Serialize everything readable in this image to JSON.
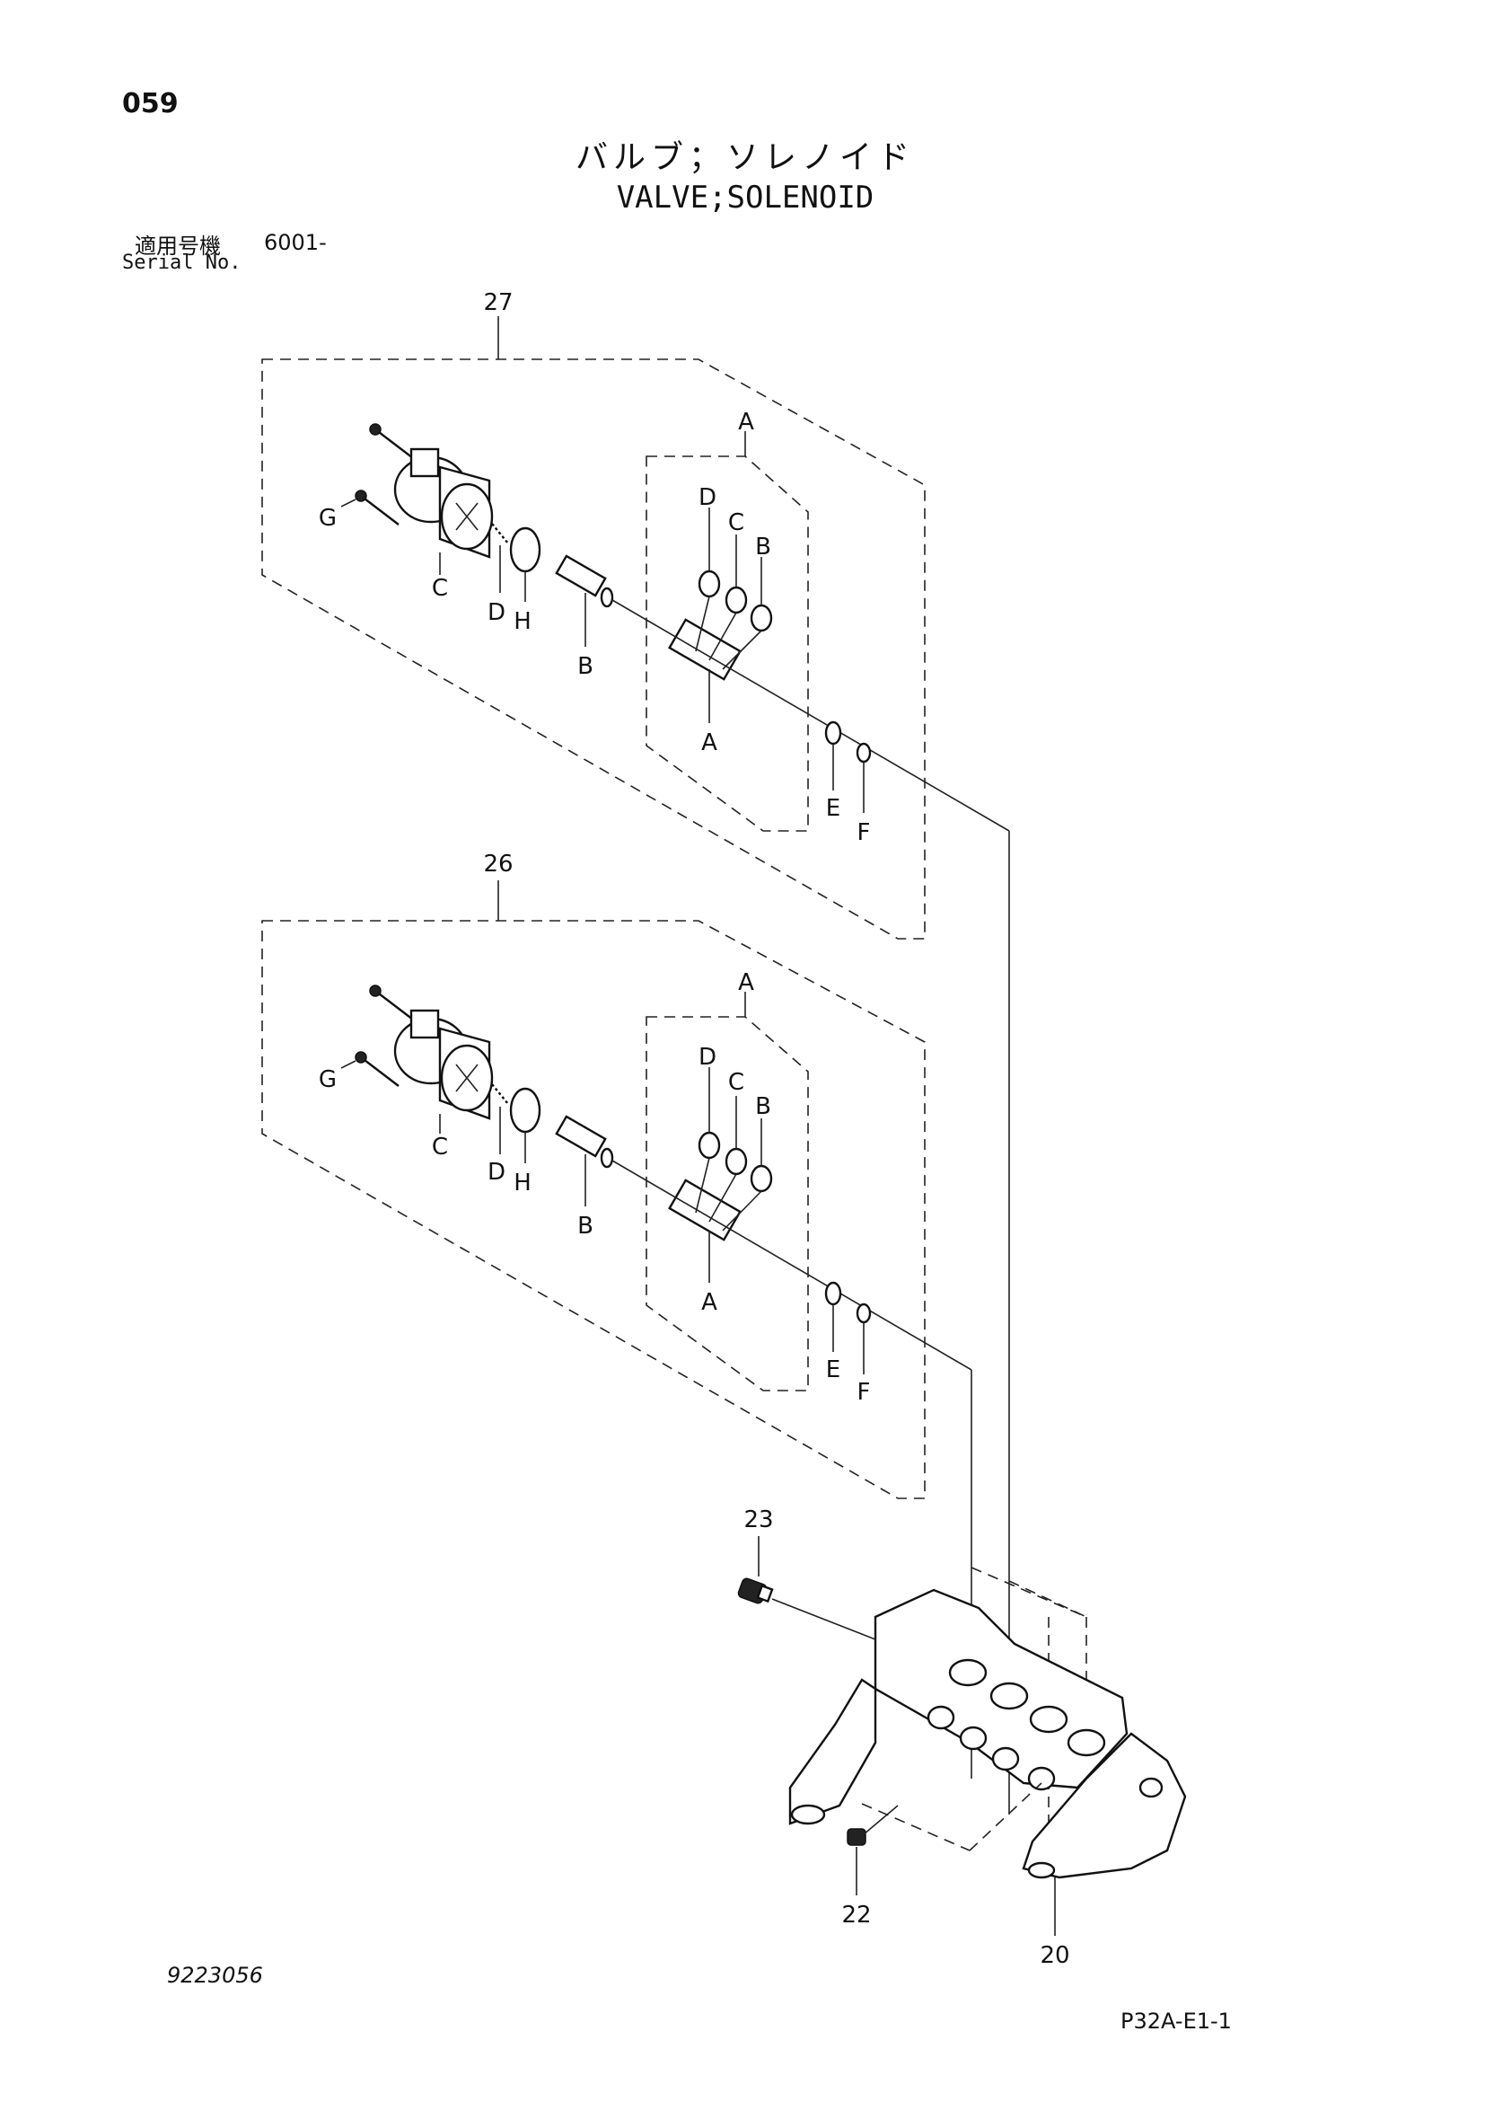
{
  "page_number": "059",
  "title_ja": "バルブ；ソレノイド",
  "title_en": "VALVE;SOLENOID",
  "serial_label_ja": "適用号機",
  "serial_label_en": "Serial No.",
  "serial_value": "6001-",
  "drawing_number": "9223056",
  "page_code": "P32A-E1-1",
  "callouts": {
    "asm_upper": "27",
    "asm_lower": "26",
    "plug": "23",
    "plug_small": "22",
    "block": "20",
    "A": "A",
    "B": "B",
    "C": "C",
    "D": "D",
    "E": "E",
    "F": "F",
    "G": "G",
    "H": "H"
  }
}
